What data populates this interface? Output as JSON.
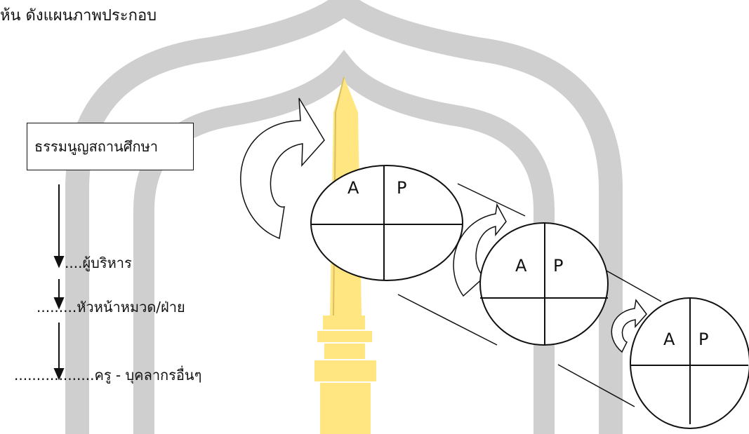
{
  "caption": "ห้น ดังแผนภาพประกอบ",
  "hierarchy": {
    "top_box": "ธรรมนูญสถานศึกษา",
    "levels": [
      {
        "prefix": "....",
        "label": "ผู้บริหาร"
      },
      {
        "prefix": ".........",
        "label": "หัวหน้าหมวด/ฝ่าย"
      },
      {
        "prefix": "..................",
        "label": "ครู - บุคลากรอื่นๆ"
      }
    ]
  },
  "pdca_cycles": [
    {
      "q1": "A",
      "q2": "P"
    },
    {
      "q1": "A",
      "q2": "P"
    },
    {
      "q1": "A",
      "q2": "P"
    }
  ],
  "colors": {
    "watermark_gray": "#cfcfcf",
    "watermark_gold": "#ffe680",
    "line": "#111111"
  }
}
